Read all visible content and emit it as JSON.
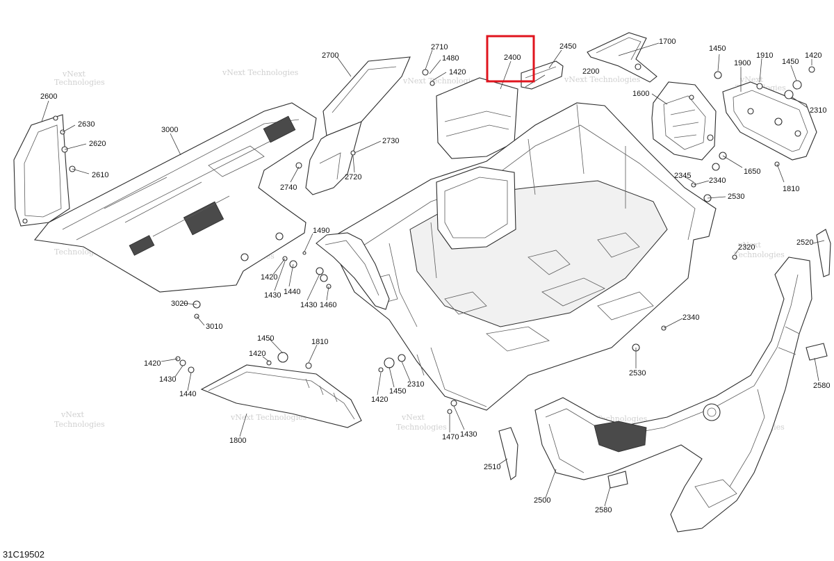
{
  "diagram": {
    "reference_code": "31C19502",
    "highlight_color": "#e0141e",
    "highlighted_part": "2400",
    "watermark_lines": [
      "vNext",
      "Technologies",
      "vNext Technologies"
    ],
    "labels": {
      "l1700": "1700",
      "l1450a": "1450",
      "l1420a": "1420",
      "l1910": "1910",
      "l1900": "1900",
      "l1450b": "1450",
      "l2310a": "2310",
      "l1600": "1600",
      "l2200": "2200",
      "l2450": "2450",
      "l2400": "2400",
      "l2710": "2710",
      "l1480": "1480",
      "l1420b": "1420",
      "l2700": "2700",
      "l2600": "2600",
      "l2630": "2630",
      "l2620": "2620",
      "l2610": "2610",
      "l3000": "3000",
      "l2730": "2730",
      "l2720": "2720",
      "l2740": "2740",
      "l1650": "1650",
      "l1810a": "1810",
      "l2345": "2345",
      "l2340a": "2340",
      "l2530a": "2530",
      "l2520": "2520",
      "l2320": "2320",
      "l1490": "1490",
      "l1420c": "1420",
      "l1440a": "1440",
      "l1430a": "1430",
      "l1430b": "1430",
      "l1460": "1460",
      "l3020": "3020",
      "l3010": "3010",
      "l2340b": "2340",
      "l2530b": "2530",
      "l1450c": "1450",
      "l1810b": "1810",
      "l1420d": "1420",
      "l1420e": "1420",
      "l1430c": "1430",
      "l1440b": "1440",
      "l1800": "1800",
      "l2310b": "2310",
      "l1420f": "1420",
      "l1450d": "1450",
      "l1470": "1470",
      "l1430d": "1430",
      "l2580a": "2580",
      "l2510": "2510",
      "l2500": "2500",
      "l2580b": "2580"
    }
  }
}
